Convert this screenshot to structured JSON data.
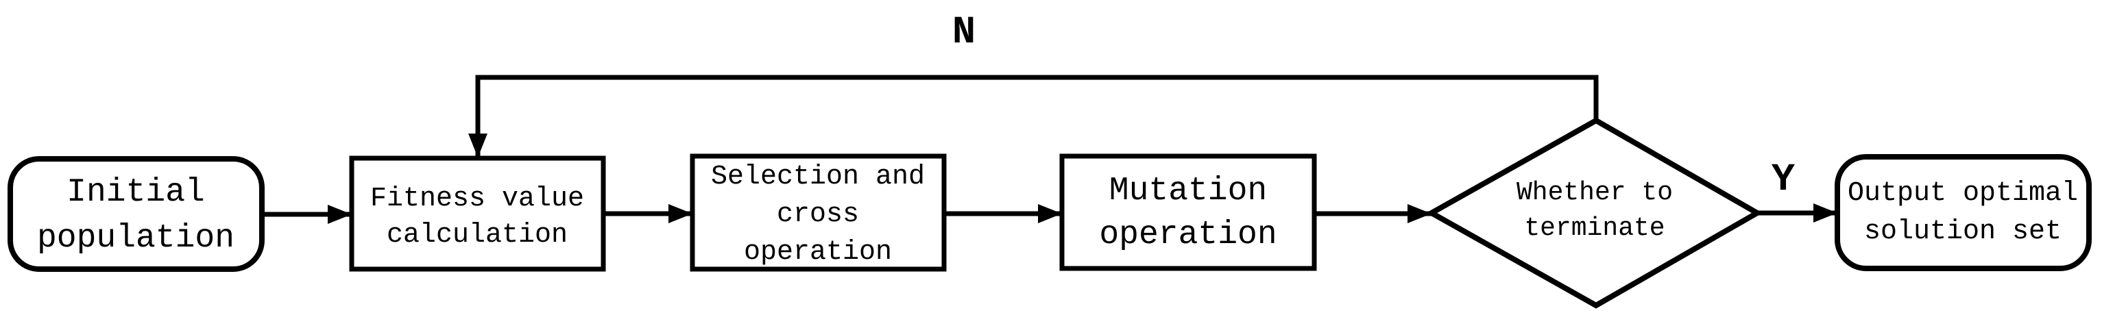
{
  "diagram": {
    "type": "flowchart",
    "background_color": "#ffffff",
    "stroke_color": "#000000",
    "text_color": "#000000",
    "nodes": {
      "initial_population": {
        "shape": "rounded-rectangle",
        "label": "Initial population",
        "lines": [
          "Initial",
          "population"
        ]
      },
      "fitness_value_calculation": {
        "shape": "rectangle",
        "label": "Fitness value calculation",
        "lines": [
          "Fitness value",
          "calculation"
        ]
      },
      "selection_and_cross_operation": {
        "shape": "rectangle",
        "label": "Selection and cross operation",
        "lines": [
          "Selection and",
          "cross",
          "operation"
        ]
      },
      "mutation_operation": {
        "shape": "rectangle",
        "label": "Mutation operation",
        "lines": [
          "Mutation",
          "operation"
        ]
      },
      "whether_to_terminate": {
        "shape": "diamond",
        "label": "Whether to terminate",
        "lines": [
          "Whether to",
          "terminate"
        ]
      },
      "output_optimal_solution_set": {
        "shape": "rounded-rectangle",
        "label": "Output optimal solution set",
        "lines": [
          "Output optimal",
          "solution set"
        ]
      }
    },
    "edges": {
      "start_to_fitness": {
        "from": "initial_population",
        "to": "fitness_value_calculation",
        "label": ""
      },
      "fitness_to_selection": {
        "from": "fitness_value_calculation",
        "to": "selection_and_cross_operation",
        "label": ""
      },
      "selection_to_mutation": {
        "from": "selection_and_cross_operation",
        "to": "mutation_operation",
        "label": ""
      },
      "mutation_to_terminate": {
        "from": "mutation_operation",
        "to": "whether_to_terminate",
        "label": ""
      },
      "no_branch": {
        "from": "whether_to_terminate",
        "to": "fitness_value_calculation",
        "label": "N"
      },
      "yes_branch": {
        "from": "whether_to_terminate",
        "to": "output_optimal_solution_set",
        "label": "Y"
      }
    }
  }
}
